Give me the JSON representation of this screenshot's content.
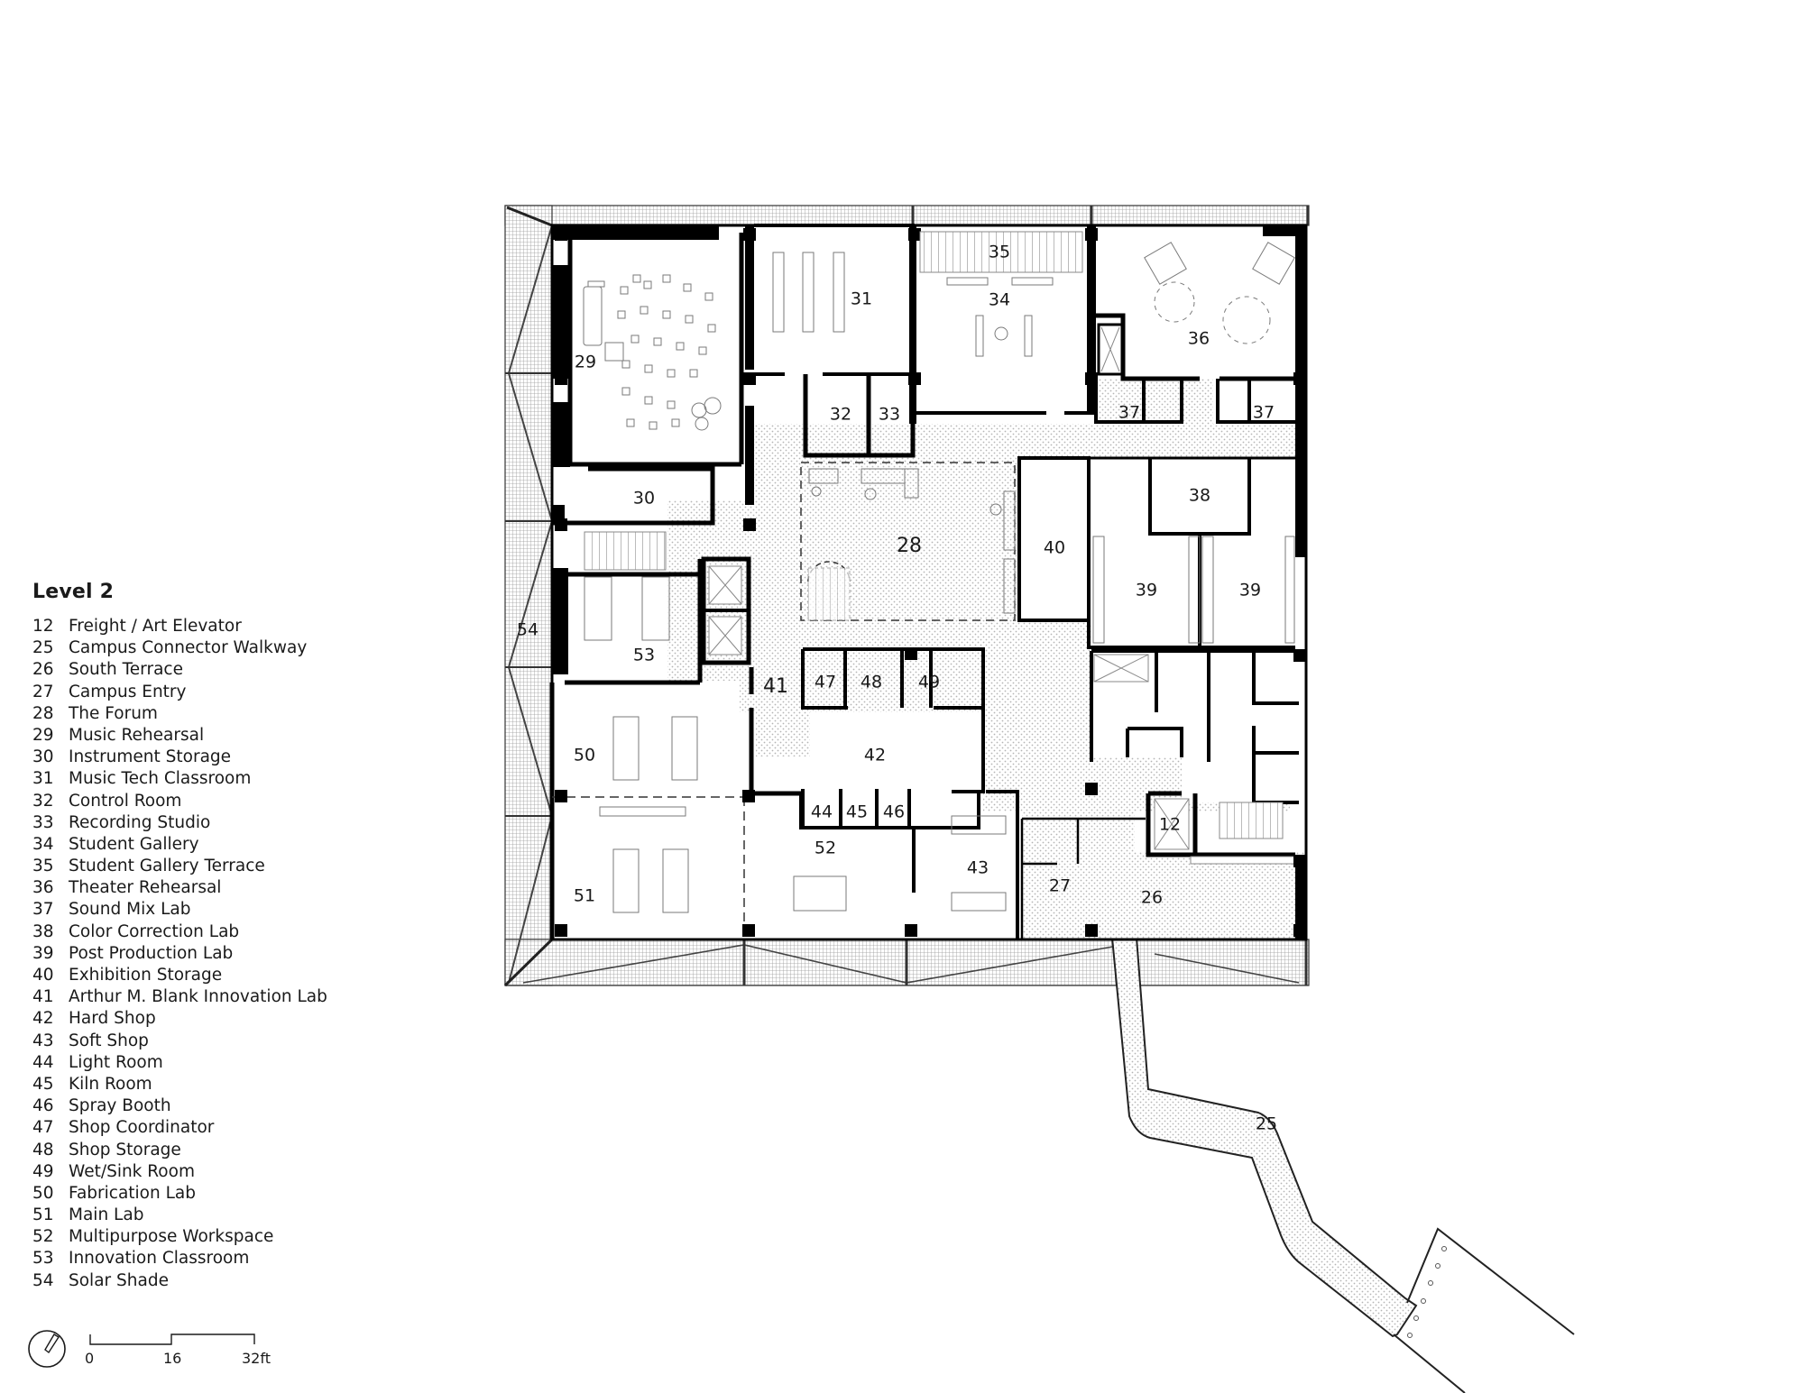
{
  "legend": {
    "title": "Level 2",
    "items": [
      {
        "num": "12",
        "label": "Freight / Art Elevator"
      },
      {
        "num": "25",
        "label": "Campus Connector Walkway"
      },
      {
        "num": "26",
        "label": "South Terrace"
      },
      {
        "num": "27",
        "label": "Campus Entry"
      },
      {
        "num": "28",
        "label": "The Forum"
      },
      {
        "num": "29",
        "label": "Music Rehearsal"
      },
      {
        "num": "30",
        "label": "Instrument Storage"
      },
      {
        "num": "31",
        "label": "Music Tech Classroom"
      },
      {
        "num": "32",
        "label": "Control Room"
      },
      {
        "num": "33",
        "label": "Recording Studio"
      },
      {
        "num": "34",
        "label": "Student Gallery"
      },
      {
        "num": "35",
        "label": "Student Gallery Terrace"
      },
      {
        "num": "36",
        "label": "Theater Rehearsal"
      },
      {
        "num": "37",
        "label": "Sound Mix Lab"
      },
      {
        "num": "38",
        "label": "Color Correction Lab"
      },
      {
        "num": "39",
        "label": "Post Production Lab"
      },
      {
        "num": "40",
        "label": "Exhibition Storage"
      },
      {
        "num": "41",
        "label": "Arthur M. Blank Innovation Lab"
      },
      {
        "num": "42",
        "label": "Hard Shop"
      },
      {
        "num": "43",
        "label": "Soft Shop"
      },
      {
        "num": "44",
        "label": "Light Room"
      },
      {
        "num": "45",
        "label": "Kiln Room"
      },
      {
        "num": "46",
        "label": "Spray Booth"
      },
      {
        "num": "47",
        "label": "Shop Coordinator"
      },
      {
        "num": "48",
        "label": "Shop Storage"
      },
      {
        "num": "49",
        "label": "Wet/Sink Room"
      },
      {
        "num": "50",
        "label": "Fabrication Lab"
      },
      {
        "num": "51",
        "label": "Main Lab"
      },
      {
        "num": "52",
        "label": "Multipurpose Workspace"
      },
      {
        "num": "53",
        "label": "Innovation Classroom"
      },
      {
        "num": "54",
        "label": "Solar Shade"
      }
    ]
  },
  "scale": {
    "ticks": [
      "0",
      "16",
      "32ft"
    ],
    "north_arrow": "north-arrow-icon"
  },
  "plan": {
    "room_labels": {
      "r12": "12",
      "r25": "25",
      "r26": "26",
      "r27": "27",
      "r28": "28",
      "r29": "29",
      "r30": "30",
      "r31": "31",
      "r32": "32",
      "r33": "33",
      "r34": "34",
      "r35": "35",
      "r36": "36",
      "r37a": "37",
      "r37b": "37",
      "r38": "38",
      "r39a": "39",
      "r39b": "39",
      "r40": "40",
      "r41": "41",
      "r42": "42",
      "r43": "43",
      "r44": "44",
      "r45": "45",
      "r46": "46",
      "r47": "47",
      "r48": "48",
      "r49": "49",
      "r50": "50",
      "r51": "51",
      "r52": "52",
      "r53": "53",
      "r54": "54"
    },
    "colors": {
      "wall": "#000000",
      "line": "#1a1a1a",
      "thin": "#8a8a8a",
      "hatch_dot": "#b5b5b5",
      "mesh": "#9a9a9a",
      "background": "#ffffff"
    }
  }
}
